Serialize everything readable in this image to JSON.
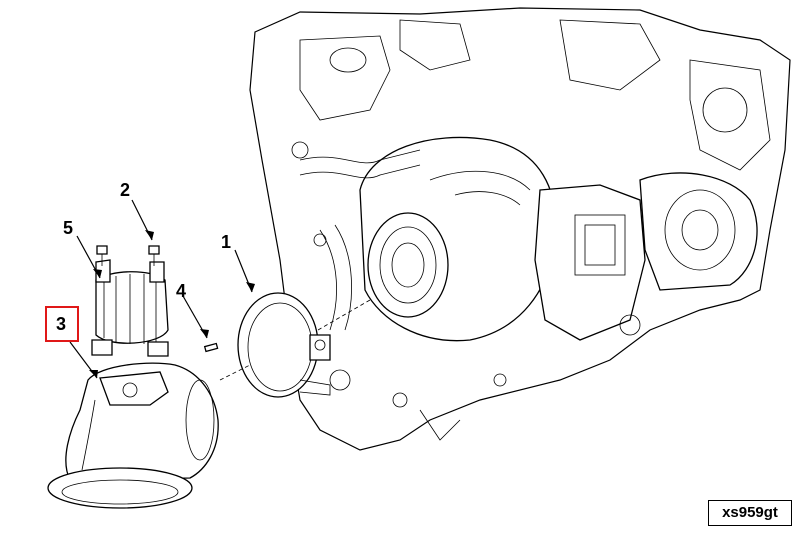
{
  "callouts": [
    {
      "id": "1",
      "text": "1"
    },
    {
      "id": "2",
      "text": "2"
    },
    {
      "id": "3",
      "text": "3",
      "highlight_color": "#e01818"
    },
    {
      "id": "4",
      "text": "4"
    },
    {
      "id": "5",
      "text": "5"
    }
  ],
  "figure_code": "xs959gt"
}
